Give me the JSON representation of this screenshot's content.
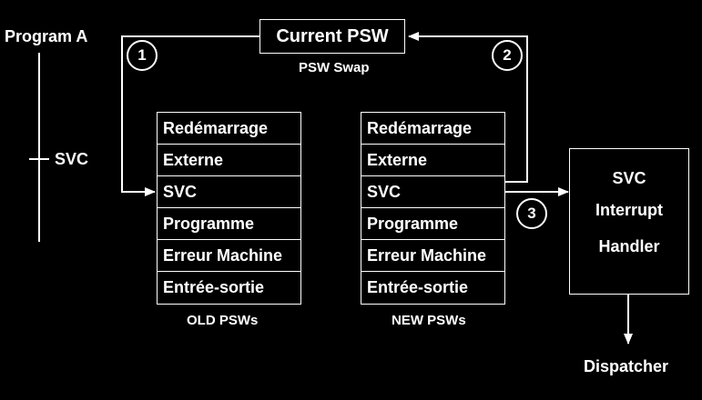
{
  "program": {
    "title": "Program A",
    "svc_label": "SVC"
  },
  "current_psw": {
    "label": "Current PSW",
    "swap_caption": "PSW Swap"
  },
  "steps": [
    "1",
    "2",
    "3"
  ],
  "old_psws": {
    "caption": "OLD PSWs",
    "rows": [
      "Redémarrage",
      "Externe",
      "SVC",
      "Programme",
      "Erreur Machine",
      "Entrée-sortie"
    ]
  },
  "new_psws": {
    "caption": "NEW PSWs",
    "rows": [
      "Redémarrage",
      "Externe",
      "SVC",
      "Programme",
      "Erreur Machine",
      "Entrée-sortie"
    ]
  },
  "handler": {
    "line1": "SVC",
    "line2": "Interrupt",
    "line3": "Handler"
  },
  "dispatcher": {
    "label": "Dispatcher"
  },
  "colors": {
    "background": "#000000",
    "foreground": "#ffffff"
  }
}
